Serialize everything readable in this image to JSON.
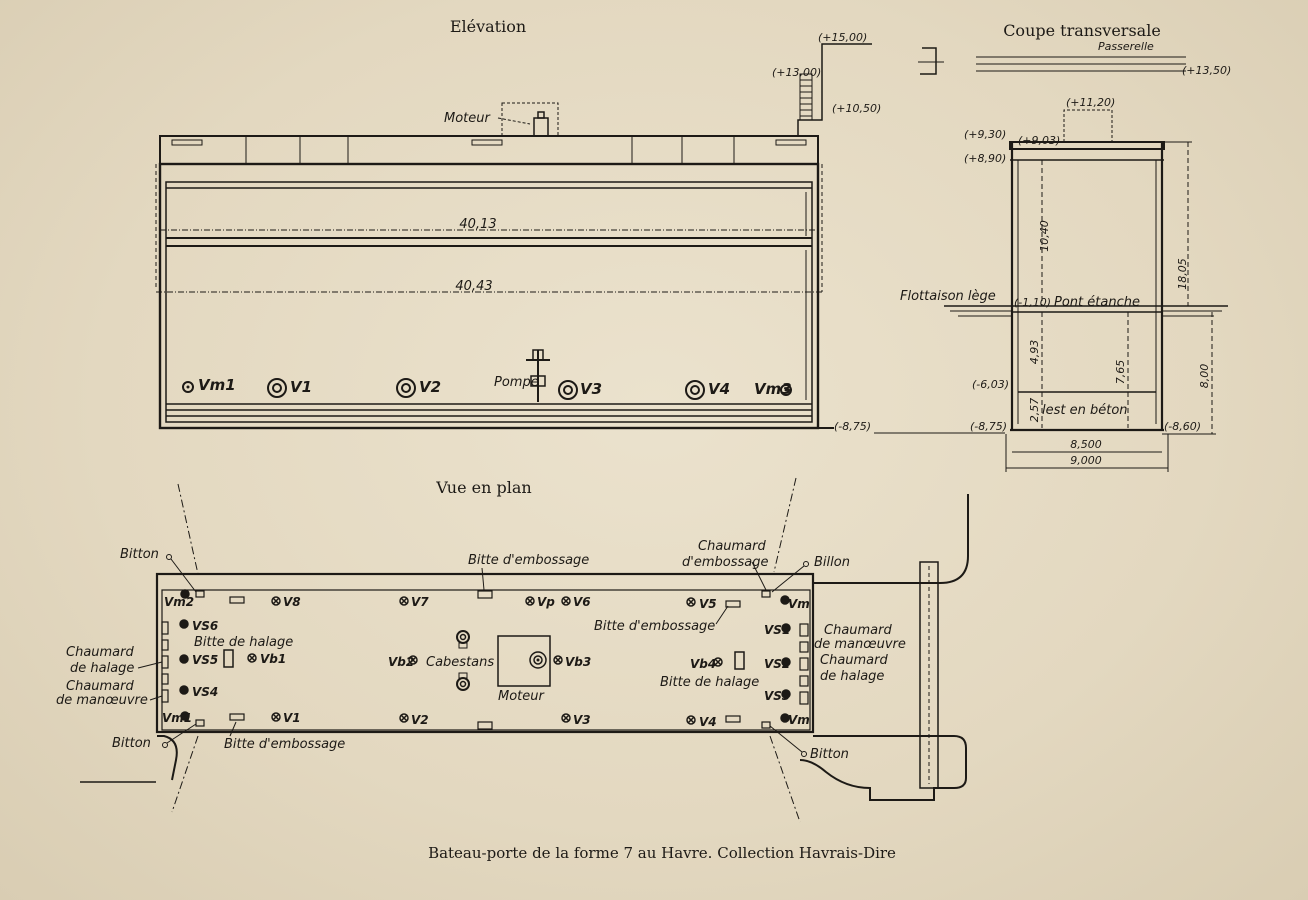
{
  "titles": {
    "elevation": "Elévation",
    "coupe": "Coupe transversale",
    "plan": "Vue en plan",
    "caption": "Bateau-porte de la forme 7 au Havre. Collection Havrais-Dire"
  },
  "elevation": {
    "moteur": "Moteur",
    "pompe": "Pompe",
    "dim_top": "40,13",
    "dim_bottom": "40,43",
    "lev_15": "(+15,00)",
    "lev_13": "(+13,00)",
    "lev_1050": "(+10,50)",
    "lev_875": "(-8,75)",
    "valves": [
      "Vm1",
      "V1",
      "V2",
      "V3",
      "V4",
      "Vm3"
    ]
  },
  "coupe": {
    "passerelle": "Passerelle",
    "lev_1350": "(+13,50)",
    "lev_1120": "(+11,20)",
    "lev_930": "(+9,30)",
    "lev_903": "(+9,03)",
    "lev_890": "(+8,90)",
    "flottaison": "Flottaison lège",
    "lev_110": "(-1,10)",
    "pont": "Pont étanche",
    "lev_603": "(-6,03)",
    "lest": "lest en béton",
    "lev_875": "(-8,75)",
    "lev_860": "(-8,60)",
    "d_1040": "10,40",
    "d_1805": "18,05",
    "d_493": "4,93",
    "d_765": "7,65",
    "d_800": "8,00",
    "d_257": "2,57",
    "w_8500": "8,500",
    "w_9000": "9,000"
  },
  "plan": {
    "bitton_tl": "Bitton",
    "billon_tr": "Billon",
    "bitton_bl": "Bitton",
    "bitton_br": "Bitton",
    "bitte_emb_top": "Bitte d'embossage",
    "bitte_emb_right": "Bitte d'embossage",
    "bitte_emb_bottom": "Bitte d'embossage",
    "chaumard_emb": [
      "Chaumard",
      "d'embossage"
    ],
    "chaumard_halage_l": [
      "Chaumard",
      "de halage"
    ],
    "chaumard_man_l": [
      "Chaumard",
      "de manœuvre"
    ],
    "chaumard_man_r": [
      "Chaumard",
      "de manœuvre"
    ],
    "chaumard_halage_r": [
      "Chaumard",
      "de halage"
    ],
    "bitte_halage_l": "Bitte de halage",
    "bitte_halage_r": "Bitte de halage",
    "cabestans": "Cabestans",
    "moteur": "Moteur",
    "valves": {
      "vm2": "Vm2",
      "v8": "V8",
      "v7": "V7",
      "vp": "Vp",
      "v6": "V6",
      "v5": "V5",
      "vm4": "Vm",
      "vs6": "VS6",
      "vs5": "VS5",
      "vs4": "VS4",
      "vb1": "Vb1",
      "vb2": "Vb2",
      "vb3": "Vb3",
      "vb4": "Vb4",
      "vs1": "VS1",
      "vs2": "VS2",
      "vs3": "VS3",
      "vm1": "Vm1",
      "v1": "V1",
      "v2": "V2",
      "v3": "V3",
      "v4": "V4",
      "vm3": "Vm"
    }
  }
}
